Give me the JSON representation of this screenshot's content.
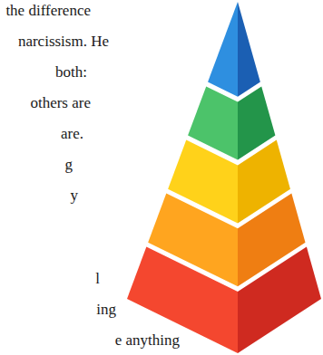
{
  "diagram": {
    "labels": [
      "the difference",
      "narcissism. He",
      "both:",
      "others are",
      "are.",
      "g",
      "y",
      "l",
      "ing",
      "e anything"
    ]
  }
}
